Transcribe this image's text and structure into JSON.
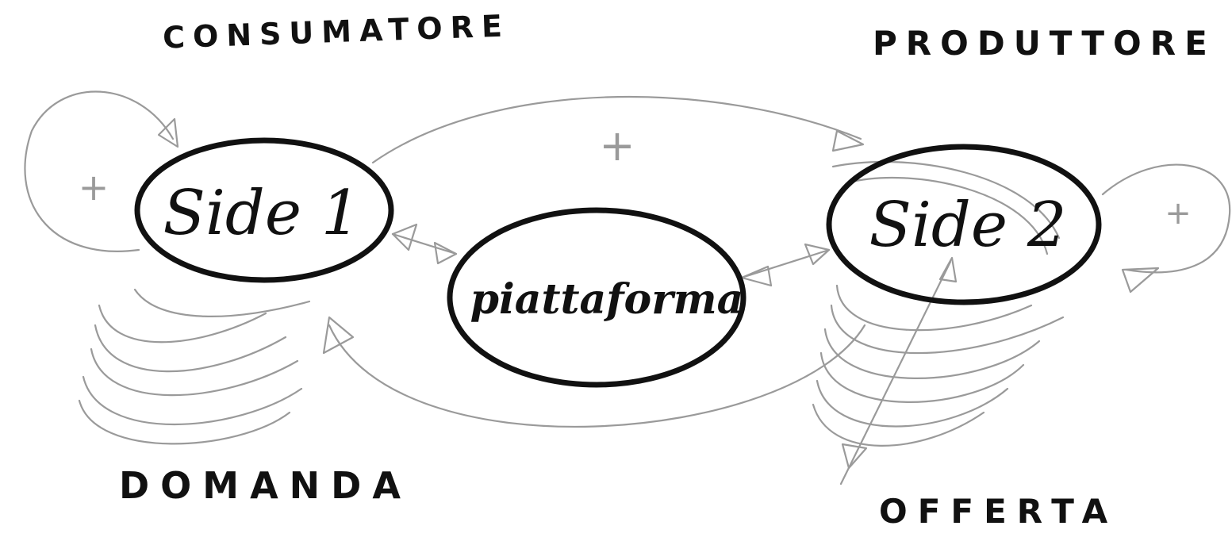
{
  "labels": {
    "consumatore": "CONSUMATORE",
    "produttore": "PRODUTTORE",
    "domanda": "DOMANDA",
    "offerta": "OFFERTA"
  },
  "nodes": {
    "side1": "Side 1",
    "platform": "piattaforma",
    "side2": "Side 2"
  },
  "signs": {
    "loop_left": "+",
    "top_link": "+",
    "loop_right": "+"
  },
  "colors": {
    "ink": "#111111",
    "pencil": "#9a9a9a"
  }
}
